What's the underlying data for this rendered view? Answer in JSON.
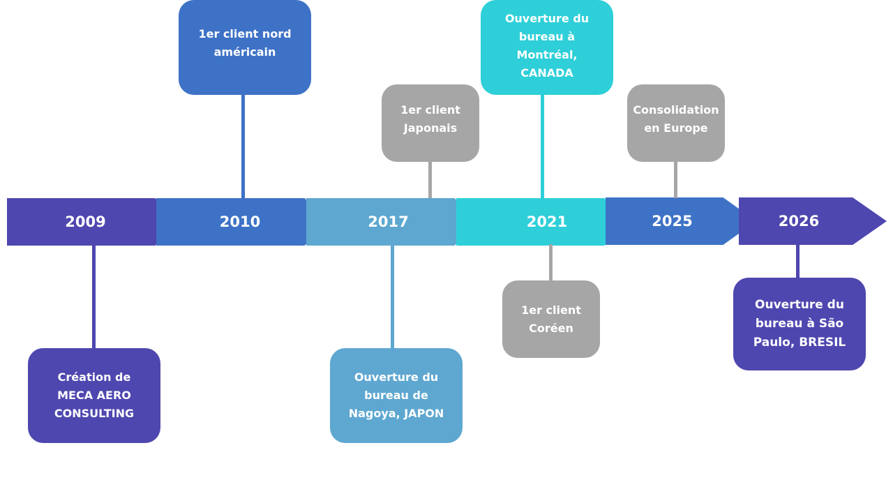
{
  "colors": {
    "indigo": "#4E47AF",
    "blue": "#3E72C6",
    "light_blue": "#5EA7D0",
    "cyan": "#2ECFD8",
    "gray": "#A6A6A6"
  },
  "milestones": [
    {
      "year": "2009",
      "event": "Création de\nMECA AERO\nCONSULTING",
      "position": "below"
    },
    {
      "year": "2010",
      "event": "1er client nord\naméricain",
      "position": "above"
    },
    {
      "year": "2017",
      "event": "1er client\nJaponais",
      "position": "above"
    },
    {
      "year": "2017",
      "event": "Ouverture du\nbureau de\nNagoya, JAPON",
      "position": "below"
    },
    {
      "year": "2021",
      "event": "Ouverture du\nbureau à\nMontréal,\nCANADA",
      "position": "above"
    },
    {
      "year": "2021",
      "event": "1er client\nCoréen",
      "position": "below"
    },
    {
      "year": "2025",
      "event": "Consolidation\nen Europe",
      "position": "above"
    },
    {
      "year": "2026",
      "event": "Ouverture du\nbureau à São\nPaulo, BRESIL",
      "position": "below"
    }
  ],
  "years": [
    "2009",
    "2010",
    "2017",
    "2021",
    "2025",
    "2026"
  ]
}
